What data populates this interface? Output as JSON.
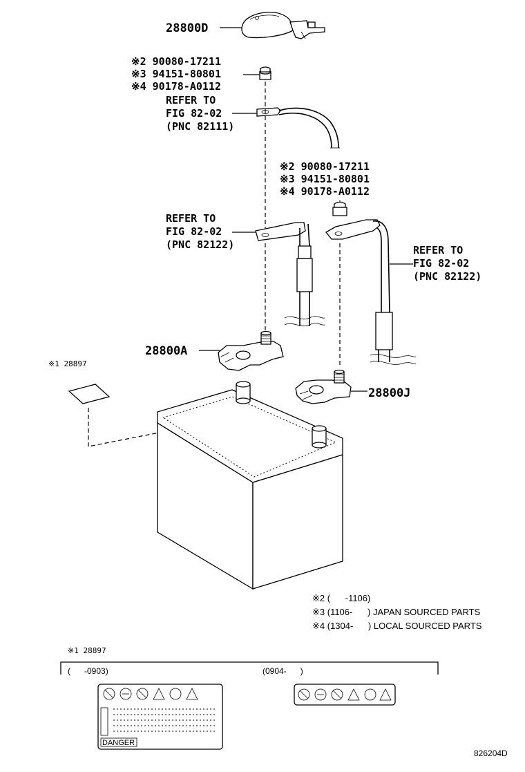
{
  "callouts": {
    "cover": "28800D",
    "upper_group": {
      "n2": "※2 90080-17211",
      "n3": "※3 94151-80801",
      "n4": "※4 90178-A0112"
    },
    "refer_1": {
      "line1": "REFER TO",
      "line2": "FIG 82-02",
      "line3": "(PNC 82111)"
    },
    "lower_group": {
      "n2": "※2 90080-17211",
      "n3": "※3 94151-80801",
      "n4": "※4 90178-A0112"
    },
    "refer_2": {
      "line1": "REFER TO",
      "line2": "FIG 82-02",
      "line3": "(PNC 82122)"
    },
    "refer_3": {
      "line1": "REFER TO",
      "line2": "FIG 82-02",
      "line3": "(PNC 82122)"
    },
    "clamp_pos": "28800A",
    "clamp_neg": "28800J",
    "label_part": "※1 28897"
  },
  "notes": {
    "n2": "※2 (      -1106)",
    "n3": "※3 (1106-      ) JAPAN SOURCED PARTS",
    "n4": "※4 (1304-      ) LOCAL SOURCED PARTS"
  },
  "label_section": {
    "title": "※1 28897",
    "left_range": "(      -0903)",
    "right_range": "(0904-      )",
    "danger_text": "DANGER"
  },
  "figure_code": "826204D"
}
